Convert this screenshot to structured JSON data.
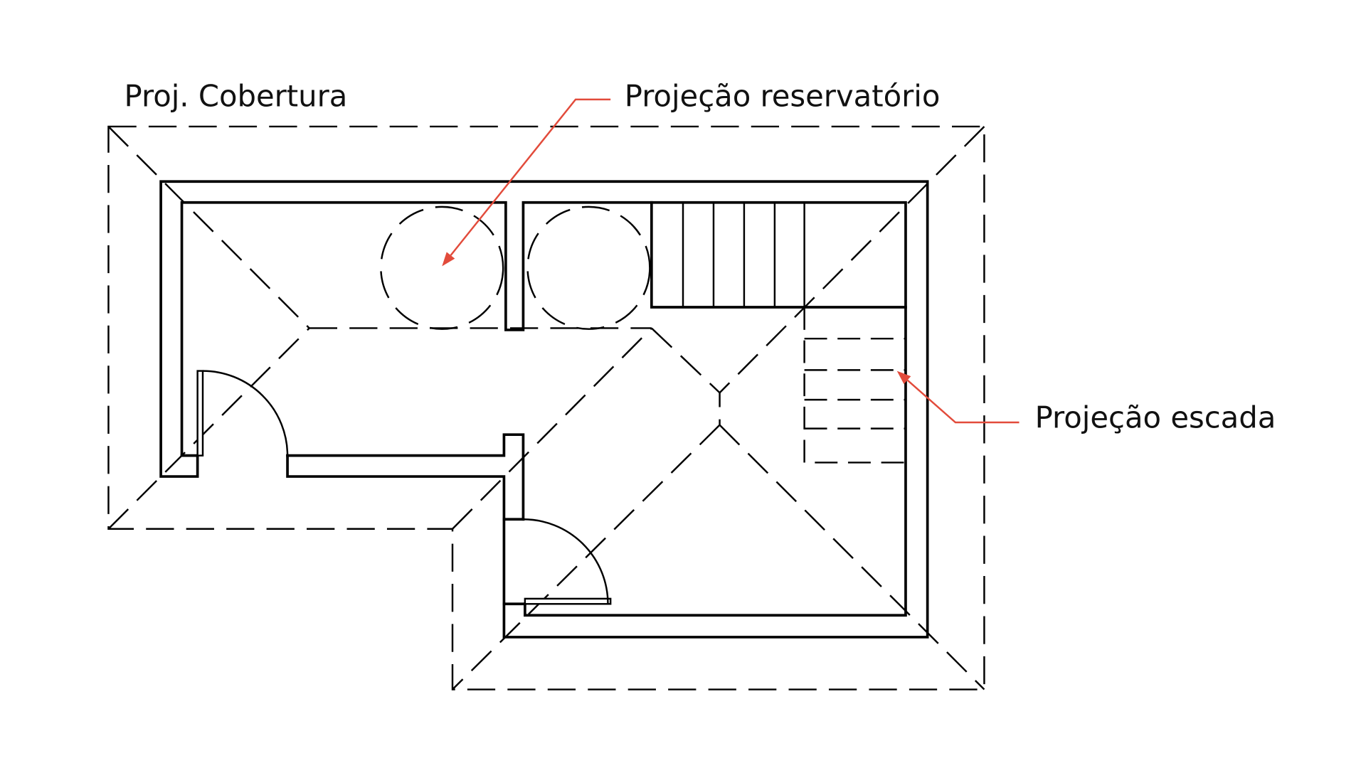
{
  "labels": {
    "roof_projection": "Proj. Cobertura",
    "reservoir_projection": "Projeção reservatório",
    "stair_projection": "Projeção escada"
  },
  "colors": {
    "background": "#ffffff",
    "linework": "#000000",
    "annotation": "#e24b3b"
  }
}
